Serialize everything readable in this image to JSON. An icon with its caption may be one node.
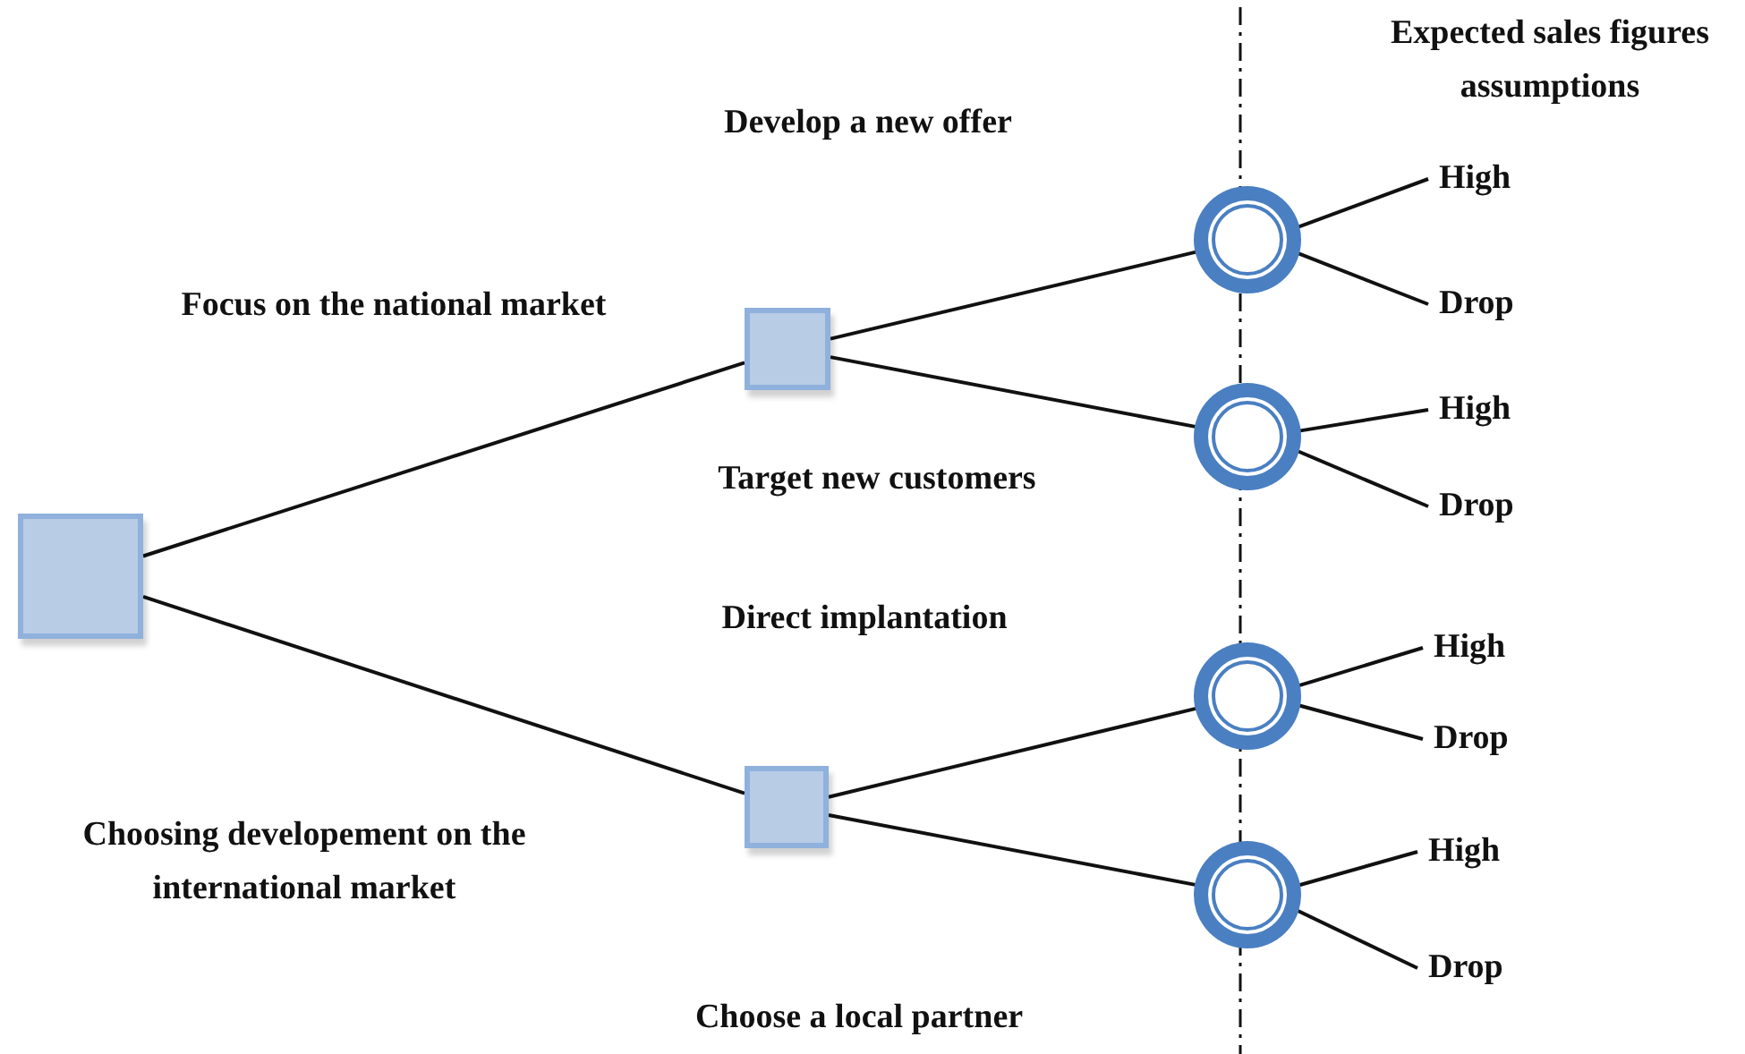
{
  "diagram": {
    "nodes": [
      {
        "text": [],
        "shape": "box"
      },
      {
        "text": [],
        "shape": "box"
      },
      {
        "text": [],
        "shape": "box"
      },
      {
        "text": [],
        "shape": "circle"
      },
      {
        "text": [],
        "shape": "circle"
      },
      {
        "text": [],
        "shape": "circle"
      },
      {
        "text": [],
        "shape": "circle"
      },
      {
        "text": [
          "High"
        ]
      },
      {
        "text": [
          "Drop"
        ]
      },
      {
        "text": [
          "High"
        ]
      },
      {
        "text": [
          "Drop"
        ]
      },
      {
        "text": [
          "High"
        ]
      },
      {
        "text": [
          "Drop"
        ]
      },
      {
        "text": [
          "High"
        ]
      },
      {
        "text": [
          "Drop"
        ]
      }
    ],
    "edges": [
      {
        "from": 0,
        "to": 1,
        "arrow": "none",
        "label": "Focus on the national market"
      },
      {
        "from": 0,
        "to": 2,
        "arrow": "none",
        "label": "Choosing developement on the international market"
      },
      {
        "from": 1,
        "to": 3,
        "arrow": "none",
        "label": "Develop a new offer"
      },
      {
        "from": 1,
        "to": 4,
        "arrow": "none",
        "label": "Target new customers"
      },
      {
        "from": 2,
        "to": 5,
        "arrow": "none",
        "label": "Direct implantation"
      },
      {
        "from": 2,
        "to": 6,
        "arrow": "none",
        "label": "Choose a local partner"
      },
      {
        "from": 3,
        "to": 7,
        "arrow": "none"
      },
      {
        "from": 3,
        "to": 8,
        "arrow": "none"
      },
      {
        "from": 4,
        "to": 9,
        "arrow": "none"
      },
      {
        "from": 4,
        "to": 10,
        "arrow": "none"
      },
      {
        "from": 5,
        "to": 11,
        "arrow": "none"
      },
      {
        "from": 5,
        "to": 12,
        "arrow": "none"
      },
      {
        "from": 6,
        "to": 13,
        "arrow": "none"
      },
      {
        "from": 6,
        "to": 14,
        "arrow": "none"
      }
    ],
    "labels": [
      "Expected sales figures assumptions"
    ]
  }
}
